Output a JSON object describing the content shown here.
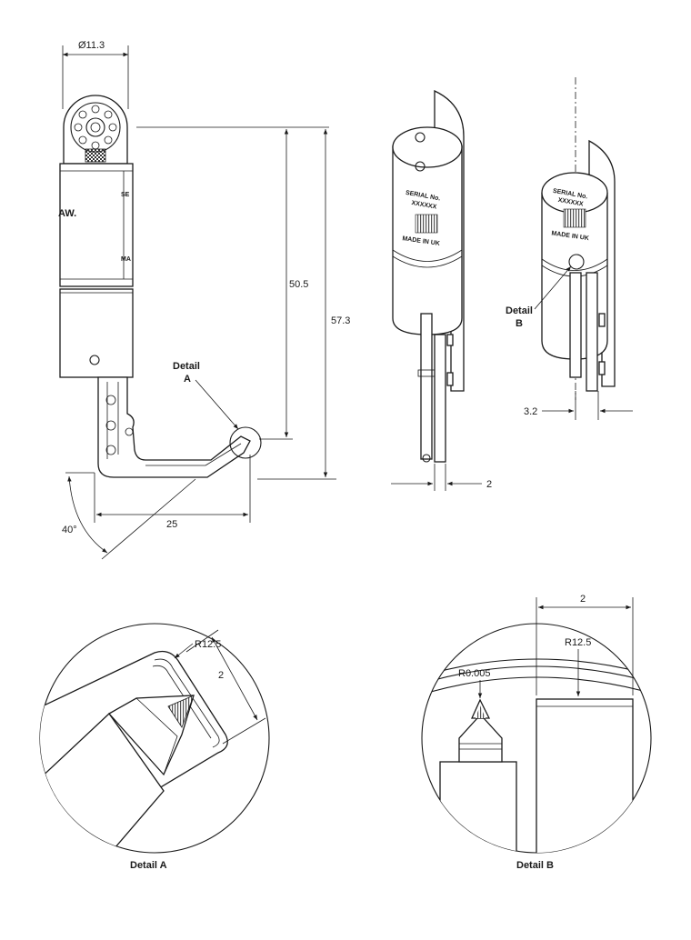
{
  "dimensions": {
    "diameter": "Ø11.3",
    "height_a": "50.5",
    "height_b": "57.3",
    "length": "25",
    "angle": "40°",
    "thickness_side": "2",
    "offset_right": "3.2",
    "detail_a_radius": "R12.5",
    "detail_a_width": "2",
    "detail_b_width": "2",
    "detail_b_radius": "R12.5",
    "detail_b_tip_radius": "R0.005"
  },
  "callouts": {
    "detail_a_word": "Detail",
    "detail_a_letter": "A",
    "detail_b_word": "Detail",
    "detail_b_letter": "B"
  },
  "captions": {
    "detail_a": "Detail A",
    "detail_b": "Detail B"
  },
  "markings": {
    "serial_label": "SERIAL No.",
    "serial_value": "XXXXXX",
    "made_in": "MADE IN UK",
    "brand_partial": "AW.",
    "side_partial_1": "SE",
    "side_partial_2": "MA"
  }
}
